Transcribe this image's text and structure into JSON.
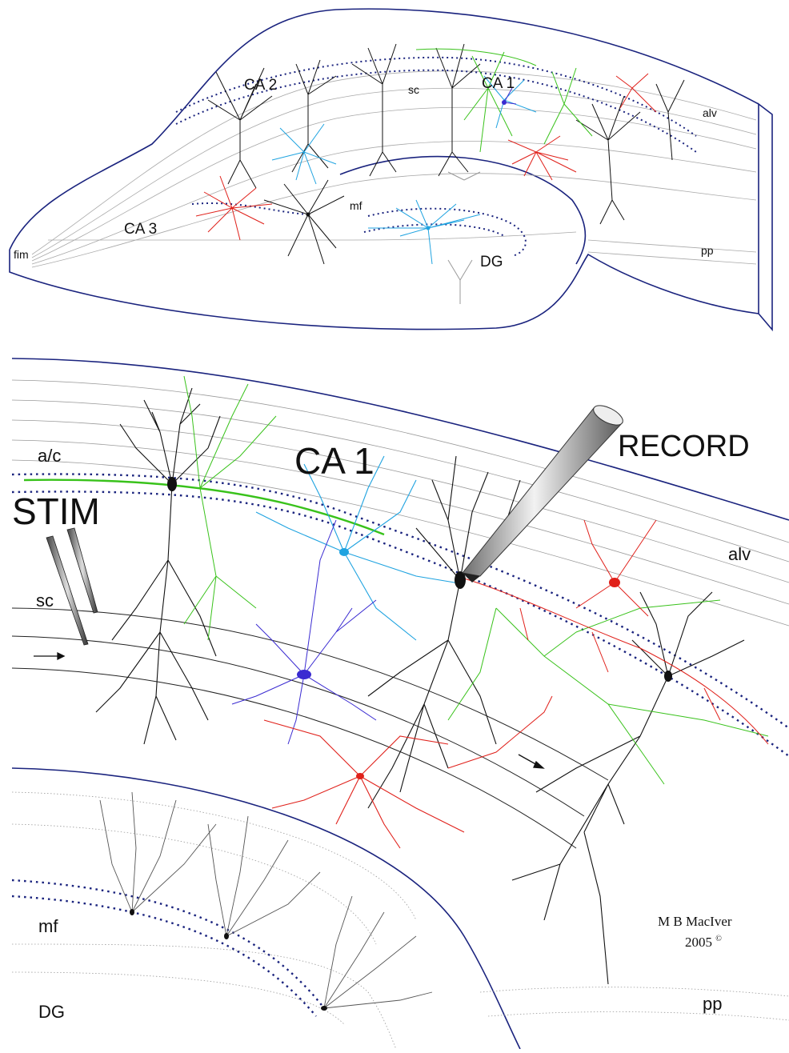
{
  "top_panel": {
    "labels": {
      "ca2": "CA 2",
      "ca1": "CA 1",
      "ca3": "CA 3",
      "sc": "sc",
      "alv": "alv",
      "mf": "mf",
      "dg": "DG",
      "pp": "pp",
      "fim": "fim"
    }
  },
  "bottom_panel": {
    "labels": {
      "ca1": "CA 1",
      "record": "RECORD",
      "stim": "STIM",
      "ac": "a/c",
      "sc": "sc",
      "alv": "alv",
      "mf": "mf",
      "dg": "DG",
      "pp": "pp"
    },
    "signature": {
      "name": "M B MacIver",
      "year": "2005",
      "mark": "©"
    }
  },
  "colors": {
    "outline": "#1a237e",
    "lamina": "#9e9e9e",
    "dotted": "#1a237e",
    "black_neuron": "#111111",
    "green_neuron": "#39c21b",
    "cyan_neuron": "#1fa3e0",
    "blue_neuron": "#3a2bd1",
    "red_neuron": "#e0201a",
    "grey_neuron": "#8a8a8a"
  },
  "icons": {
    "electrode": "recording-electrode-icon",
    "stim": "stimulating-electrode-icon",
    "arrow": "direction-arrow-icon"
  }
}
